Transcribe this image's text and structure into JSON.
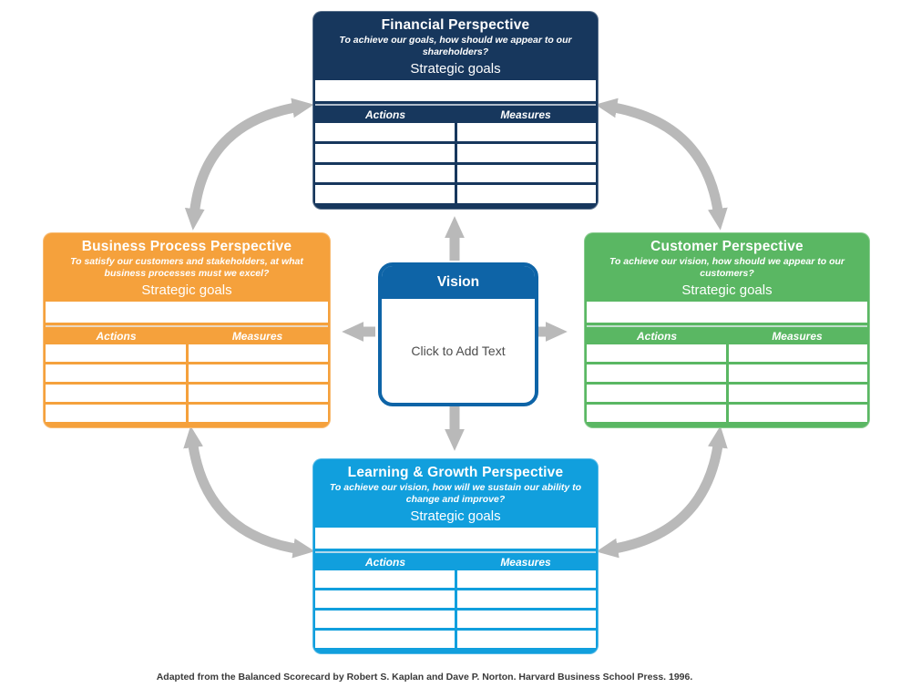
{
  "vision": {
    "title": "Vision",
    "body_placeholder": "Click to Add Text",
    "header_color": "#0E64A7"
  },
  "perspectives": [
    {
      "key": "financial",
      "title": "Financial Perspective",
      "question": "To achieve our goals, how should we appear to our shareholders?",
      "goals_label": "Strategic goals",
      "actions_label": "Actions",
      "measures_label": "Measures",
      "color": "#17375D",
      "empty_rows": 4
    },
    {
      "key": "business-process",
      "title": "Business Process Perspective",
      "question": "To satisfy our customers and stakeholders, at what business processes must we excel?",
      "goals_label": "Strategic goals",
      "actions_label": "Actions",
      "measures_label": "Measures",
      "color": "#F5A13C",
      "empty_rows": 4
    },
    {
      "key": "customer",
      "title": "Customer Perspective",
      "question": "To achieve our vision, how should we appear to our customers?",
      "goals_label": "Strategic goals",
      "actions_label": "Actions",
      "measures_label": "Measures",
      "color": "#5AB763",
      "empty_rows": 4
    },
    {
      "key": "learning-growth",
      "title": "Learning & Growth Perspective",
      "question": "To achieve our vision, how will we sustain our ability to change and improve?",
      "goals_label": "Strategic goals",
      "actions_label": "Actions",
      "measures_label": "Measures",
      "color": "#119FDD",
      "empty_rows": 4
    }
  ],
  "footer": "Adapted from the Balanced Scorecard by Robert S. Kaplan and Dave P. Norton. Harvard Business School Press. 1996.",
  "arrow_color": "#B9B9B9"
}
